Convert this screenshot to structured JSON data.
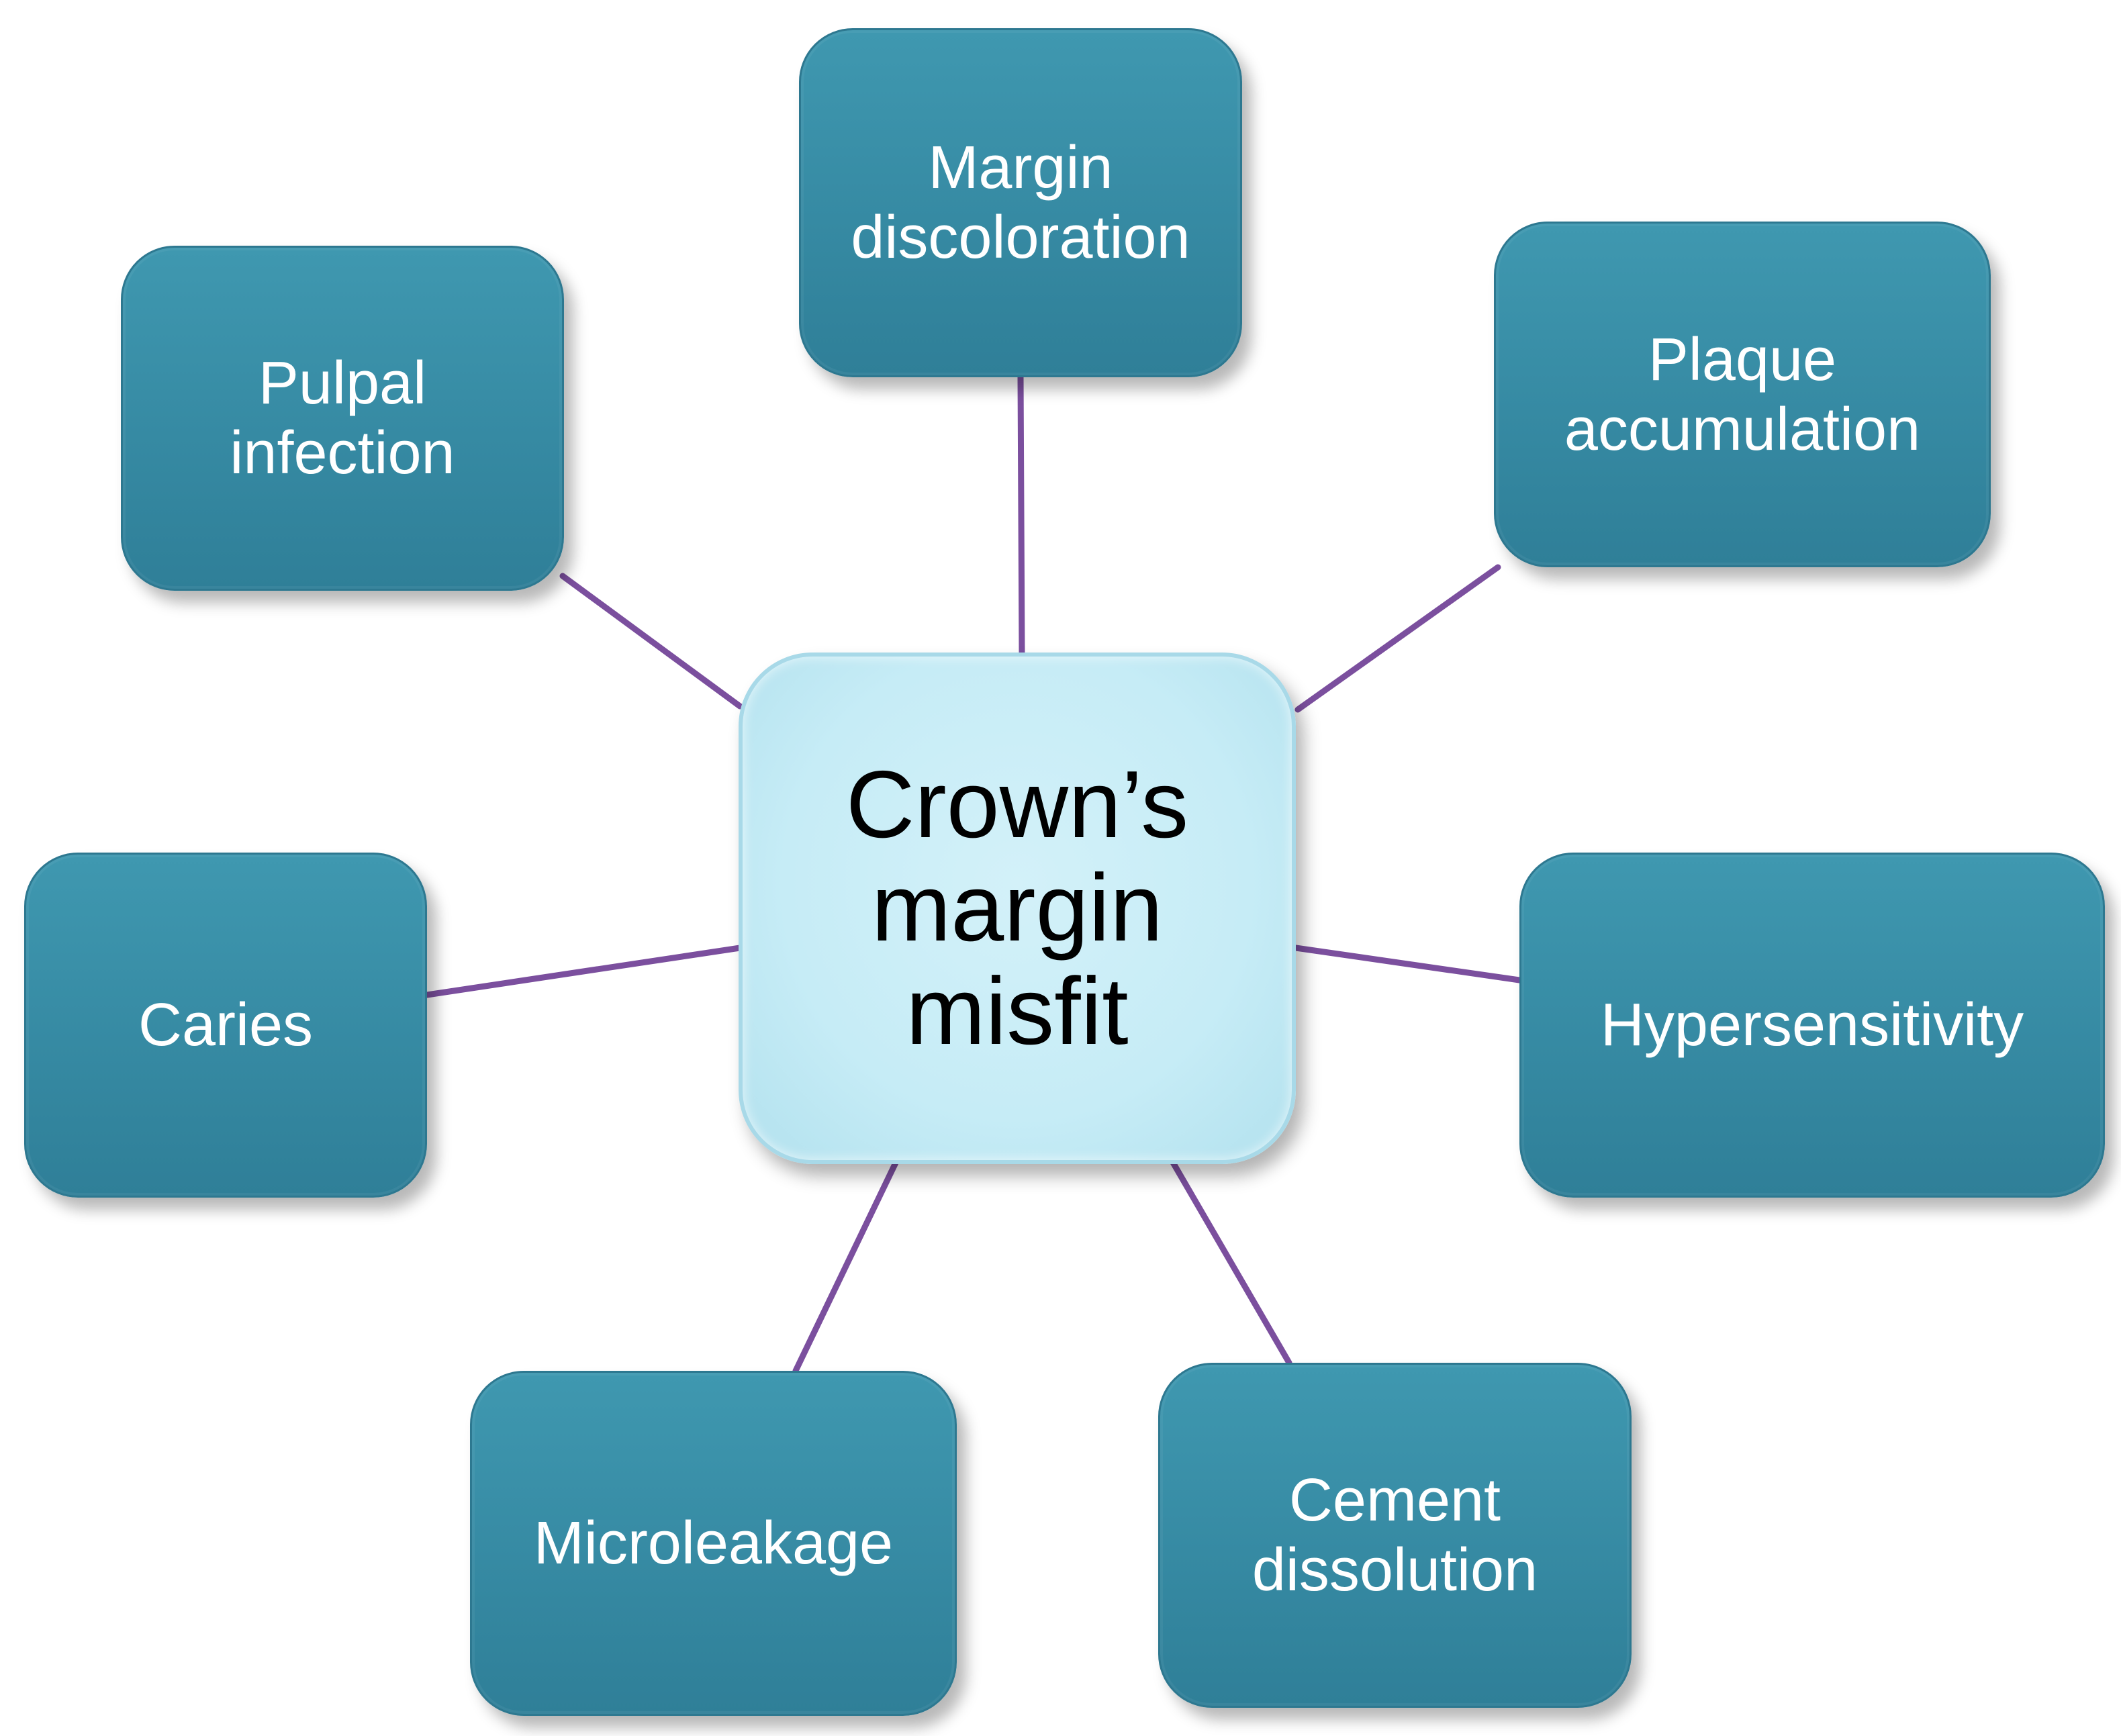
{
  "diagram": {
    "center": {
      "label": "Crown’s\nmargin\nmisfit"
    },
    "nodes": {
      "margin_discoloration": "Margin\ndiscoloration",
      "pulpal_infection": "Pulpal\ninfection",
      "plaque_accumulation": "Plaque\naccumulation",
      "caries": "Caries",
      "hypersensitivity": "Hypersensitivity",
      "microleakage": "Microleakage",
      "cement_dissolution": "Cement\ndissolution"
    }
  },
  "colors": {
    "node_fill": "#368aa3",
    "center_fill": "#c6ecf6",
    "connector": "#7b4f9e",
    "node_text": "#ffffff",
    "center_text": "#000000"
  }
}
